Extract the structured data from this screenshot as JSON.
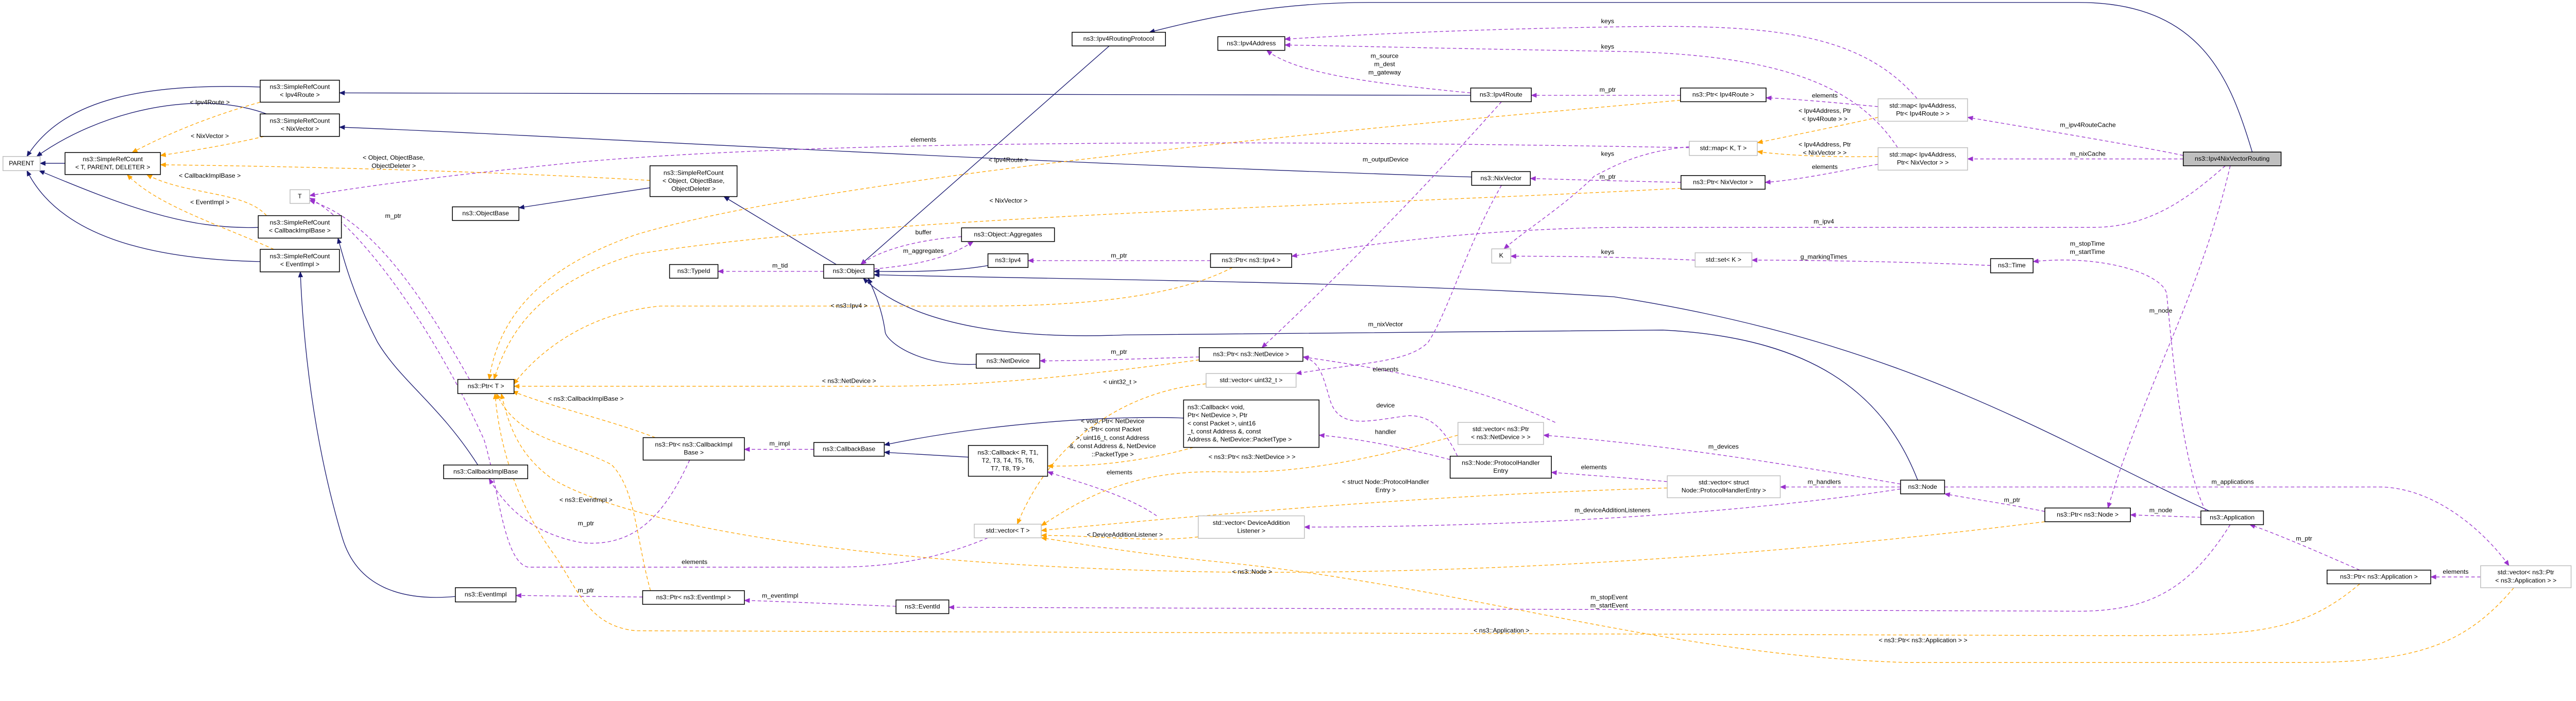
{
  "title": "ns3::Ipv4NixVectorRouting",
  "colors": {
    "inheritance": "#191970",
    "usage": "#9a32cd",
    "template": "#ffa500",
    "focus_fill": "#bfbfbf"
  },
  "nodes": [
    {
      "id": "focus",
      "kind": "focus",
      "lines": [
        "ns3::Ipv4NixVectorRouting"
      ]
    },
    {
      "id": "routingProto",
      "kind": "class",
      "lines": [
        "ns3::Ipv4RoutingProtocol"
      ]
    },
    {
      "id": "ipv4Address",
      "kind": "class",
      "lines": [
        "ns3::Ipv4Address"
      ]
    },
    {
      "id": "ipv4Route",
      "kind": "class",
      "lines": [
        "ns3::Ipv4Route"
      ]
    },
    {
      "id": "ptrIpv4Route",
      "kind": "class",
      "lines": [
        "ns3::Ptr< Ipv4Route >"
      ]
    },
    {
      "id": "mapRoute",
      "kind": "template",
      "lines": [
        "std::map< Ipv4Address,",
        "Ptr< Ipv4Route > >"
      ]
    },
    {
      "id": "mapKT",
      "kind": "template",
      "lines": [
        "std::map< K, T >"
      ]
    },
    {
      "id": "mapNix",
      "kind": "template",
      "lines": [
        "std::map< Ipv4Address,",
        "Ptr< NixVector > >"
      ]
    },
    {
      "id": "ptrNix",
      "kind": "class",
      "lines": [
        "ns3::Ptr< NixVector >"
      ]
    },
    {
      "id": "nixVector",
      "kind": "class",
      "lines": [
        "ns3::NixVector"
      ]
    },
    {
      "id": "K",
      "kind": "template",
      "lines": [
        "K"
      ]
    },
    {
      "id": "setK",
      "kind": "template",
      "lines": [
        "std::set< K >"
      ]
    },
    {
      "id": "time",
      "kind": "class",
      "lines": [
        "ns3::Time"
      ]
    },
    {
      "id": "ptrIpv4",
      "kind": "class",
      "lines": [
        "ns3::Ptr< ns3::Ipv4 >"
      ]
    },
    {
      "id": "ipv4",
      "kind": "class",
      "lines": [
        "ns3::Ipv4"
      ]
    },
    {
      "id": "aggregates",
      "kind": "class",
      "lines": [
        "ns3::Object::Aggregates"
      ]
    },
    {
      "id": "object",
      "kind": "class",
      "lines": [
        "ns3::Object"
      ]
    },
    {
      "id": "typeId",
      "kind": "class",
      "lines": [
        "ns3::TypeId"
      ]
    },
    {
      "id": "srcObject",
      "kind": "class",
      "lines": [
        "ns3::SimpleRefCount",
        "< Object, ObjectBase,",
        "ObjectDeleter >"
      ]
    },
    {
      "id": "objectBase",
      "kind": "class",
      "lines": [
        "ns3::ObjectBase"
      ]
    },
    {
      "id": "parent",
      "kind": "template",
      "lines": [
        "PARENT"
      ]
    },
    {
      "id": "srcTPD",
      "kind": "class",
      "lines": [
        "ns3::SimpleRefCount",
        "< T, PARENT, DELETER >"
      ]
    },
    {
      "id": "srcIpv4Route",
      "kind": "class",
      "lines": [
        "ns3::SimpleRefCount",
        "< Ipv4Route >"
      ]
    },
    {
      "id": "srcNix",
      "kind": "class",
      "lines": [
        "ns3::SimpleRefCount",
        "< NixVector >"
      ]
    },
    {
      "id": "T",
      "kind": "template",
      "lines": [
        "T"
      ]
    },
    {
      "id": "srcCb",
      "kind": "class",
      "lines": [
        "ns3::SimpleRefCount",
        "< CallbackImplBase >"
      ]
    },
    {
      "id": "srcEvent",
      "kind": "class",
      "lines": [
        "ns3::SimpleRefCount",
        "< EventImpl >"
      ]
    },
    {
      "id": "ptrT",
      "kind": "class",
      "lines": [
        "ns3::Ptr< T >"
      ]
    },
    {
      "id": "cbImplBase",
      "kind": "class",
      "lines": [
        "ns3::CallbackImplBase"
      ]
    },
    {
      "id": "eventImpl",
      "kind": "class",
      "lines": [
        "ns3::EventImpl"
      ]
    },
    {
      "id": "netDevice",
      "kind": "class",
      "lines": [
        "ns3::NetDevice"
      ]
    },
    {
      "id": "ptrCbImpl",
      "kind": "class",
      "lines": [
        "ns3::Ptr< ns3::CallbackImpl",
        "Base >"
      ]
    },
    {
      "id": "cbBase",
      "kind": "class",
      "lines": [
        "ns3::CallbackBase"
      ]
    },
    {
      "id": "callbackR",
      "kind": "class",
      "lines": [
        "ns3::Callback< R, T1,",
        "T2, T3, T4, T5, T6,",
        "T7, T8, T9 >"
      ]
    },
    {
      "id": "vectorT",
      "kind": "template",
      "lines": [
        "std::vector< T >"
      ]
    },
    {
      "id": "ptrEventImpl",
      "kind": "class",
      "lines": [
        "ns3::Ptr< ns3::EventImpl >"
      ]
    },
    {
      "id": "eventId",
      "kind": "class",
      "lines": [
        "ns3::EventId"
      ]
    },
    {
      "id": "ptrNetDevice",
      "kind": "class",
      "lines": [
        "ns3::Ptr< ns3::NetDevice >"
      ]
    },
    {
      "id": "vecUint",
      "kind": "template",
      "lines": [
        "std::vector< uint32_t >"
      ]
    },
    {
      "id": "callbackVoid",
      "kind": "class",
      "lines": [
        "ns3::Callback< void,",
        "Ptr< NetDevice >, Ptr",
        "< const Packet >, uint16",
        "_t, const Address &, const",
        "Address &, NetDevice::PacketType >"
      ]
    },
    {
      "id": "vecPtrNetDevice",
      "kind": "template",
      "lines": [
        "std::vector< ns3::Ptr",
        "< ns3::NetDevice > >"
      ]
    },
    {
      "id": "protoHandler",
      "kind": "class",
      "lines": [
        "ns3::Node::ProtocolHandler",
        "Entry"
      ]
    },
    {
      "id": "vecDevAdd",
      "kind": "template",
      "lines": [
        "std::vector< DeviceAddition",
        "Listener >"
      ]
    },
    {
      "id": "vecProto",
      "kind": "template",
      "lines": [
        "std::vector< struct",
        "Node::ProtocolHandlerEntry >"
      ]
    },
    {
      "id": "node",
      "kind": "class",
      "lines": [
        "ns3::Node"
      ]
    },
    {
      "id": "ptrNode",
      "kind": "class",
      "lines": [
        "ns3::Ptr< ns3::Node >"
      ]
    },
    {
      "id": "application",
      "kind": "class",
      "lines": [
        "ns3::Application"
      ]
    },
    {
      "id": "ptrApp",
      "kind": "class",
      "lines": [
        "ns3::Ptr< ns3::Application >"
      ]
    },
    {
      "id": "vecPtrApp",
      "kind": "template",
      "lines": [
        "std::vector< ns3::Ptr",
        "< ns3::Application > >"
      ]
    }
  ],
  "edge_labels": [
    {
      "lines": [
        "< Ipv4Route >"
      ]
    },
    {
      "lines": [
        "< NixVector >"
      ]
    },
    {
      "lines": [
        "< Object, ObjectBase,",
        "ObjectDeleter >"
      ]
    },
    {
      "lines": [
        "< CallbackImplBase >"
      ]
    },
    {
      "lines": [
        "< EventImpl >"
      ]
    },
    {
      "lines": [
        "m_ptr"
      ]
    },
    {
      "lines": [
        "elements"
      ]
    },
    {
      "lines": [
        "< Ipv4Route >"
      ]
    },
    {
      "lines": [
        "< NixVector >"
      ]
    },
    {
      "lines": [
        "buffer"
      ]
    },
    {
      "lines": [
        "m_aggregates"
      ]
    },
    {
      "lines": [
        "m_tid"
      ]
    },
    {
      "lines": [
        "< ns3::Ipv4 >"
      ]
    },
    {
      "lines": [
        "keys"
      ]
    },
    {
      "lines": [
        "keys"
      ]
    },
    {
      "lines": [
        "m_source",
        "m_dest",
        "m_gateway"
      ]
    },
    {
      "lines": [
        "m_ptr"
      ]
    },
    {
      "lines": [
        "m_outputDevice"
      ]
    },
    {
      "lines": [
        "keys"
      ]
    },
    {
      "lines": [
        "m_ptr"
      ]
    },
    {
      "lines": [
        "m_ptr"
      ]
    },
    {
      "lines": [
        "keys"
      ]
    },
    {
      "lines": [
        "m_nixVector"
      ]
    },
    {
      "lines": [
        "elements"
      ]
    },
    {
      "lines": [
        "< Ipv4Address, Ptr",
        "< Ipv4Route > >"
      ]
    },
    {
      "lines": [
        "m_ipv4RouteCache"
      ]
    },
    {
      "lines": [
        "< Ipv4Address, Ptr",
        "< NixVector > >"
      ]
    },
    {
      "lines": [
        "m_nixCache"
      ]
    },
    {
      "lines": [
        "elements"
      ]
    },
    {
      "lines": [
        "m_ipv4"
      ]
    },
    {
      "lines": [
        "m_stopTime",
        "m_startTime"
      ]
    },
    {
      "lines": [
        "g_markingTimes"
      ]
    },
    {
      "lines": [
        "m_node"
      ]
    },
    {
      "lines": [
        "< ns3::NetDevice >"
      ]
    },
    {
      "lines": [
        "< ns3::CallbackImplBase >"
      ]
    },
    {
      "lines": [
        "m_impl"
      ]
    },
    {
      "lines": [
        "< ns3::EventImpl >"
      ]
    },
    {
      "lines": [
        "m_ptr"
      ]
    },
    {
      "lines": [
        "elements"
      ]
    },
    {
      "lines": [
        "m_ptr"
      ]
    },
    {
      "lines": [
        "m_eventImpl"
      ]
    },
    {
      "lines": [
        "m_ptr"
      ]
    },
    {
      "lines": [
        "elements"
      ]
    },
    {
      "lines": [
        "< uint32_t >"
      ]
    },
    {
      "lines": [
        "device"
      ]
    },
    {
      "lines": [
        "handler"
      ]
    },
    {
      "lines": [
        "< void, Ptr< NetDevice",
        ">, Ptr< const Packet",
        ">, uint16_t, const Address",
        "&, const Address &, NetDevice",
        "::PacketType >"
      ]
    },
    {
      "lines": [
        "< ns3::Ptr< ns3::NetDevice > >"
      ]
    },
    {
      "lines": [
        "elements"
      ]
    },
    {
      "lines": [
        "< struct Node::ProtocolHandler",
        "Entry >"
      ]
    },
    {
      "lines": [
        "< DeviceAdditionListener >"
      ]
    },
    {
      "lines": [
        "< ns3::Node >"
      ]
    },
    {
      "lines": [
        "m_deviceAdditionListeners"
      ]
    },
    {
      "lines": [
        "m_stopEvent",
        "m_startEvent"
      ]
    },
    {
      "lines": [
        "< ns3::Application >"
      ]
    },
    {
      "lines": [
        "elements"
      ]
    },
    {
      "lines": [
        "m_devices"
      ]
    },
    {
      "lines": [
        "m_handlers"
      ]
    },
    {
      "lines": [
        "m_ptr"
      ]
    },
    {
      "lines": [
        "< ns3::Ptr< ns3::Application > >"
      ]
    },
    {
      "lines": [
        "m_applications"
      ]
    },
    {
      "lines": [
        "m_node"
      ]
    },
    {
      "lines": [
        "m_ptr"
      ]
    },
    {
      "lines": [
        "elements"
      ]
    }
  ]
}
